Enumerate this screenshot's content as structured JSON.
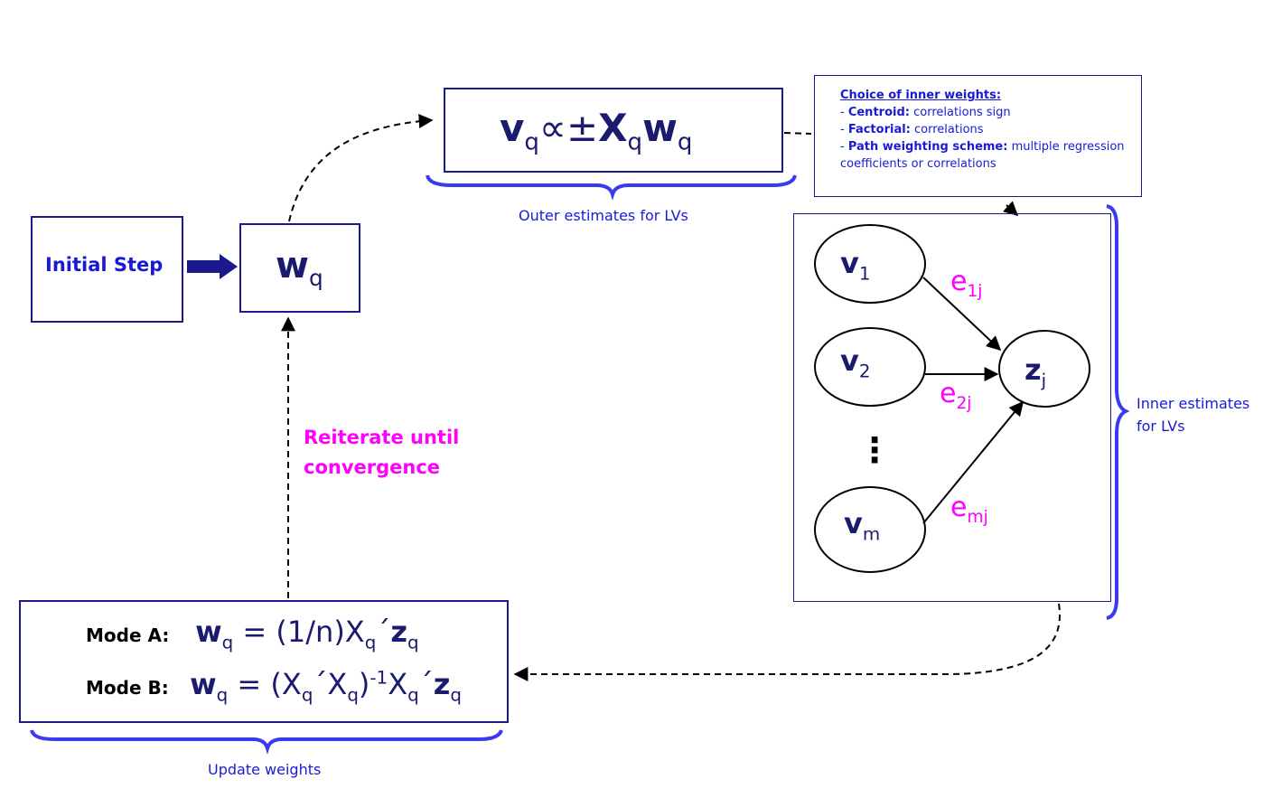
{
  "initial_step": {
    "label": "Initial Step"
  },
  "w_box": {
    "symbol": "w",
    "subscript": "q"
  },
  "outer": {
    "formula": {
      "v": "v",
      "q": "q",
      "prop": "∝",
      "pm": "±",
      "X": "X",
      "w": "w"
    },
    "caption": "Outer estimates for LVs"
  },
  "inner_weights": {
    "title": "Choice of inner weights:",
    "items": [
      {
        "prefix": "- ",
        "bold": "Centroid:",
        "text": " correlations sign"
      },
      {
        "prefix": "- ",
        "bold": "Factorial:",
        "text": " correlations"
      },
      {
        "prefix": "- ",
        "bold": "Path weighting scheme:",
        "text": " multiple regression coefficients or correlations"
      }
    ]
  },
  "network": {
    "nodes": [
      {
        "sym": "v",
        "sub": "1"
      },
      {
        "sym": "v",
        "sub": "2"
      },
      {
        "sym": "v",
        "sub": "m"
      },
      {
        "sym": "z",
        "sub": "j"
      }
    ],
    "edges": [
      {
        "sym": "e",
        "sub": "1j"
      },
      {
        "sym": "e",
        "sub": "2j"
      },
      {
        "sym": "e",
        "sub": "mj"
      }
    ],
    "ellipsis": "⋮",
    "caption_line1": "Inner estimates",
    "caption_line2": "for LVs"
  },
  "reiterate": {
    "line1": "Reiterate until",
    "line2": "convergence"
  },
  "update": {
    "mode_a_label": "Mode A:",
    "mode_a": {
      "w": "w",
      "q": "q",
      "eq": " = ",
      "frac": "(1/n)",
      "X": "X",
      "prime": "´",
      "z": "z"
    },
    "mode_b_label": "Mode B:",
    "mode_b": {
      "w": "w",
      "q": "q",
      "eq": " = ",
      "open": "(X",
      "prime": "´",
      "X": "X",
      "close": ")",
      "inv": "-1",
      "z": "z"
    },
    "caption": "Update weights"
  },
  "colors": {
    "box_border": "#1a1a8c",
    "accent_blue": "#1a1ad6",
    "brace_blue": "#3a3af0",
    "magenta": "#ff00ff",
    "math": "#1a1a6e"
  }
}
